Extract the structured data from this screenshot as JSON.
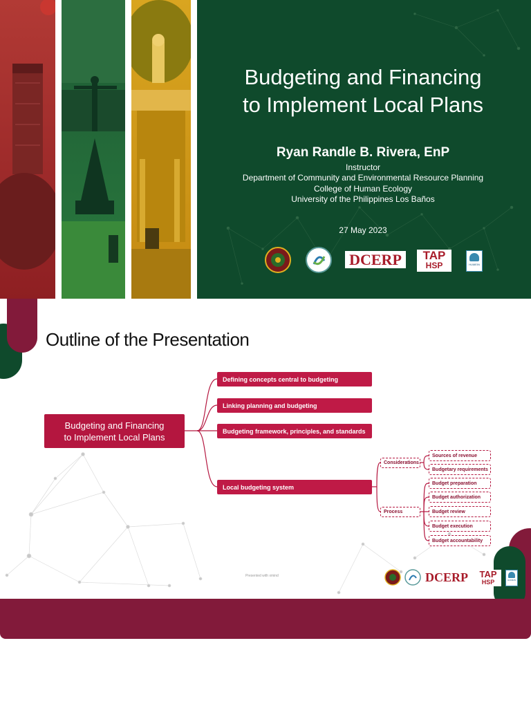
{
  "slide1": {
    "title_line1": "Budgeting and Financing",
    "title_line2": "to Implement Local Plans",
    "presenter": "Ryan Randle B. Rivera, EnP",
    "affiliation": [
      "Instructor",
      "Department of Community and Environmental Resource Planning",
      "College of Human Ecology",
      "University of the Philippines Los Baños"
    ],
    "date": "27 May 2023",
    "logos": {
      "dcerp": "DCERP",
      "tap_top": "TAP",
      "tap_bottom": "HSP",
      "humein": "HUMEIN"
    }
  },
  "slide2": {
    "title": "Outline of the Presentation",
    "root": "Budgeting and Financing to Implement Local Plans",
    "root_line1": "Budgeting and Financing",
    "root_line2": "to Implement Local Plans",
    "branches": [
      "Defining concepts central to budgeting",
      "Linking planning and budgeting",
      "Budgeting framework, principles, and standards",
      "Local budgeting system"
    ],
    "subbranches": [
      "Considerations",
      "Process"
    ],
    "considerations": [
      "Sources of revenue",
      "Budgetary requirements"
    ],
    "process": [
      "Budget preparation",
      "Budget authorization",
      "Budget review",
      "Budget execution",
      "Budget accountability"
    ],
    "watermark": "Presented with xmind",
    "logos": {
      "dcerp": "DCERP",
      "tap_top": "TAP",
      "tap_bottom": "HSP",
      "humein": "HUMEIN"
    }
  },
  "colors": {
    "dark_green": "#0f4a2c",
    "maroon": "#821a3a",
    "crimson": "#bf1a46",
    "gold": "#e0b020",
    "red": "#a8282e"
  }
}
